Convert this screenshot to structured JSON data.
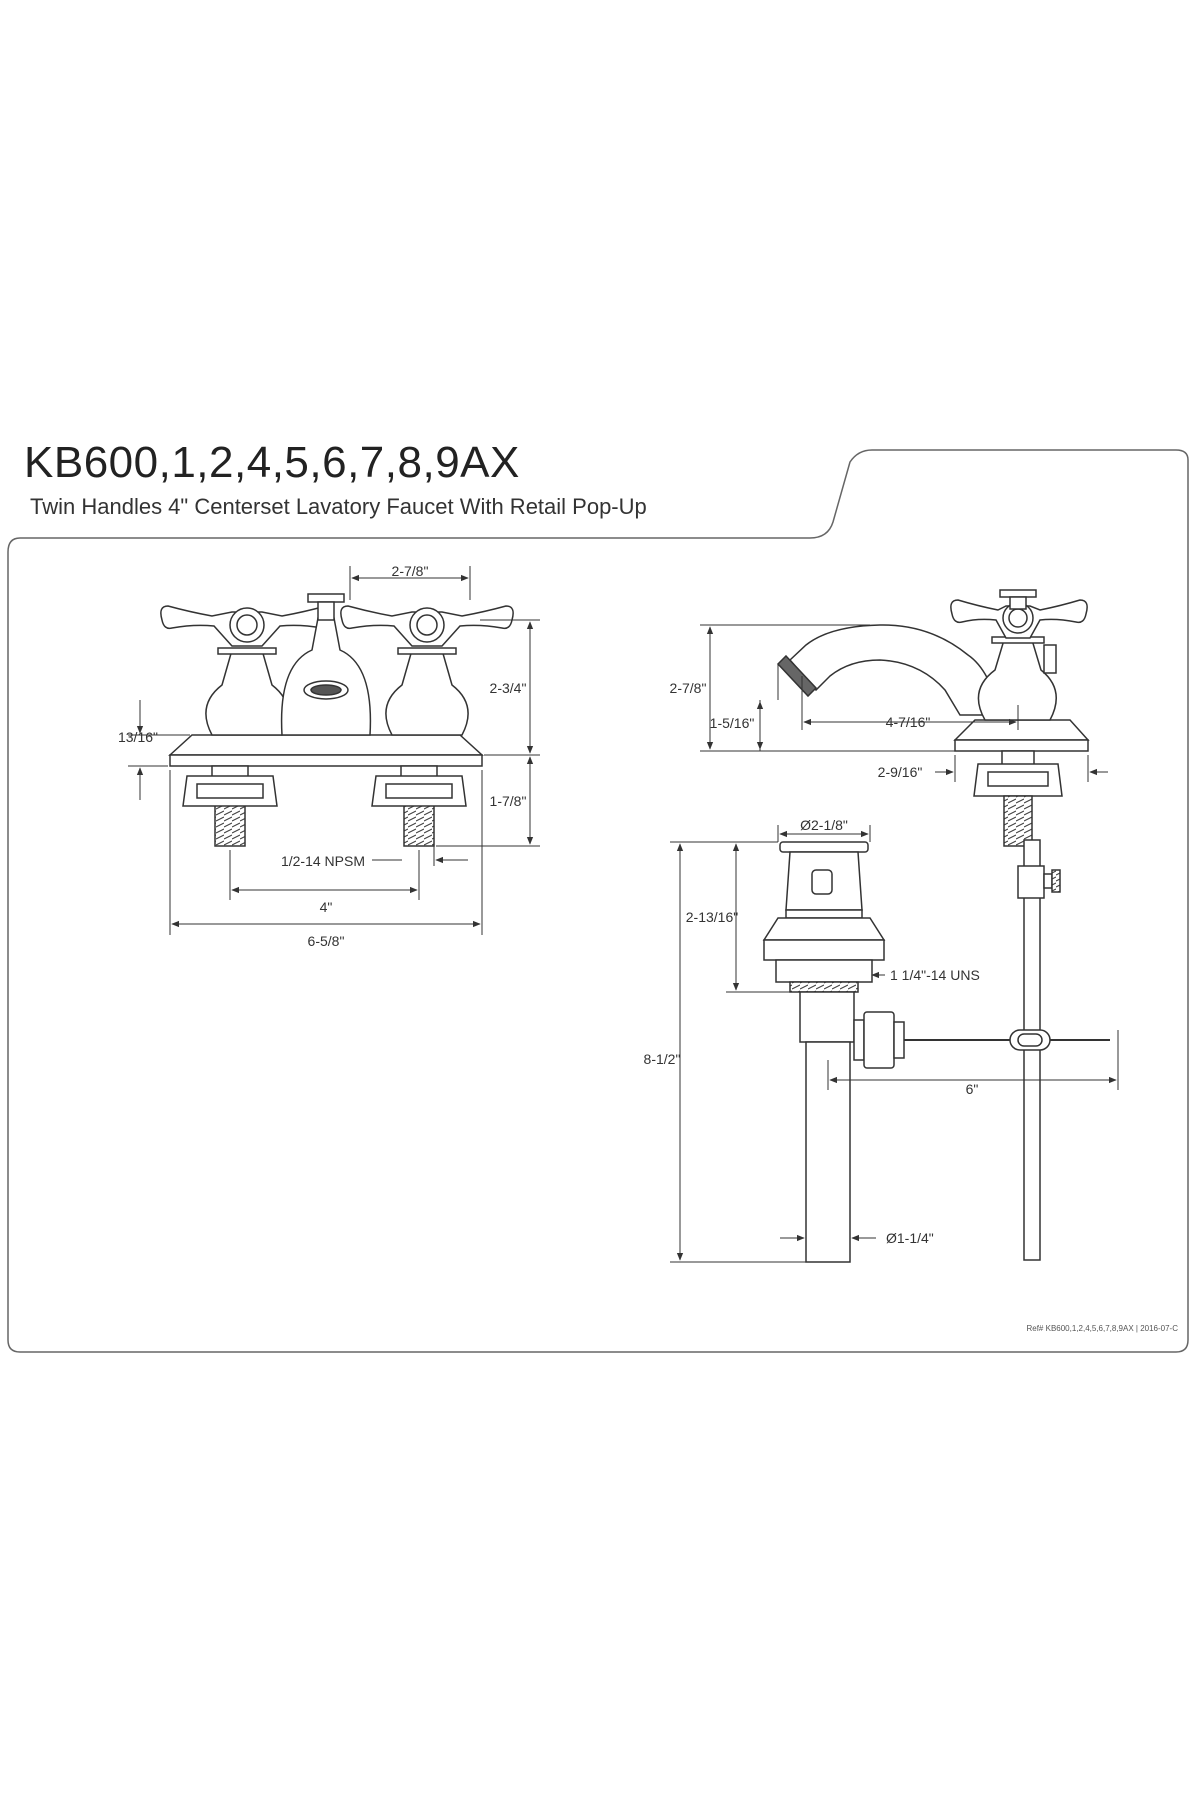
{
  "drawing": {
    "model": "KB600,1,2,4,5,6,7,8,9AX",
    "description": "Twin Handles 4\" Centerset Lavatory Faucet With Retail Pop-Up",
    "revision": "Ref# KB600,1,2,4,5,6,7,8,9AX | 2016-07-C"
  },
  "front_view": {
    "dimensions": {
      "handle_spacing": "2-7/8\"",
      "height_above_deck": "2-3/4\"",
      "base_height": "13/16\"",
      "shank_length": "1-7/8\"",
      "thread": "1/2-14 NPSM",
      "center": "4\"",
      "overall_width": "6-5/8\""
    }
  },
  "side_view": {
    "dimensions": {
      "spout_height": "2-7/8\"",
      "spout_clearance": "1-5/16\"",
      "spout_reach": "4-7/16\"",
      "base_depth": "2-9/16\""
    }
  },
  "drain_view": {
    "dimensions": {
      "flange_diameter": "Ø2-1/8\"",
      "body_height": "2-13/16\"",
      "thread": "1 1/4\"-14 UNS",
      "overall_length": "8-1/2\"",
      "rod_length": "6\"",
      "tailpiece_diameter": "Ø1-1/4\""
    }
  }
}
